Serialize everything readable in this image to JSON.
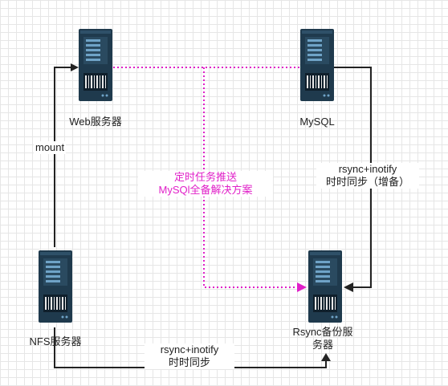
{
  "nodes": {
    "web": {
      "label": "Web服务器",
      "icon": "server-icon"
    },
    "mysql": {
      "label": "MySQL",
      "icon": "server-icon"
    },
    "nfs": {
      "label": "NFS服务器",
      "icon": "server-icon"
    },
    "rsync": {
      "label_line1": "Rsync备份服",
      "label_line2": "务器",
      "icon": "server-icon"
    }
  },
  "edges": {
    "nfs_to_web": {
      "label": "mount"
    },
    "mysql_to_rsync": {
      "line1": "rsync+inotify",
      "line2": "时时同步（增备）"
    },
    "nfs_to_rsync": {
      "line1": "rsync+inotify",
      "line2": "时时同步"
    },
    "web_to_rsync": {
      "line1": "定时任务推送",
      "line2": "MySQl全备解决方案"
    }
  },
  "colors": {
    "line": "#222222",
    "dotted": "#e020c8",
    "server_body": "#1f3a4d",
    "server_panel": "#6fa3c7"
  }
}
